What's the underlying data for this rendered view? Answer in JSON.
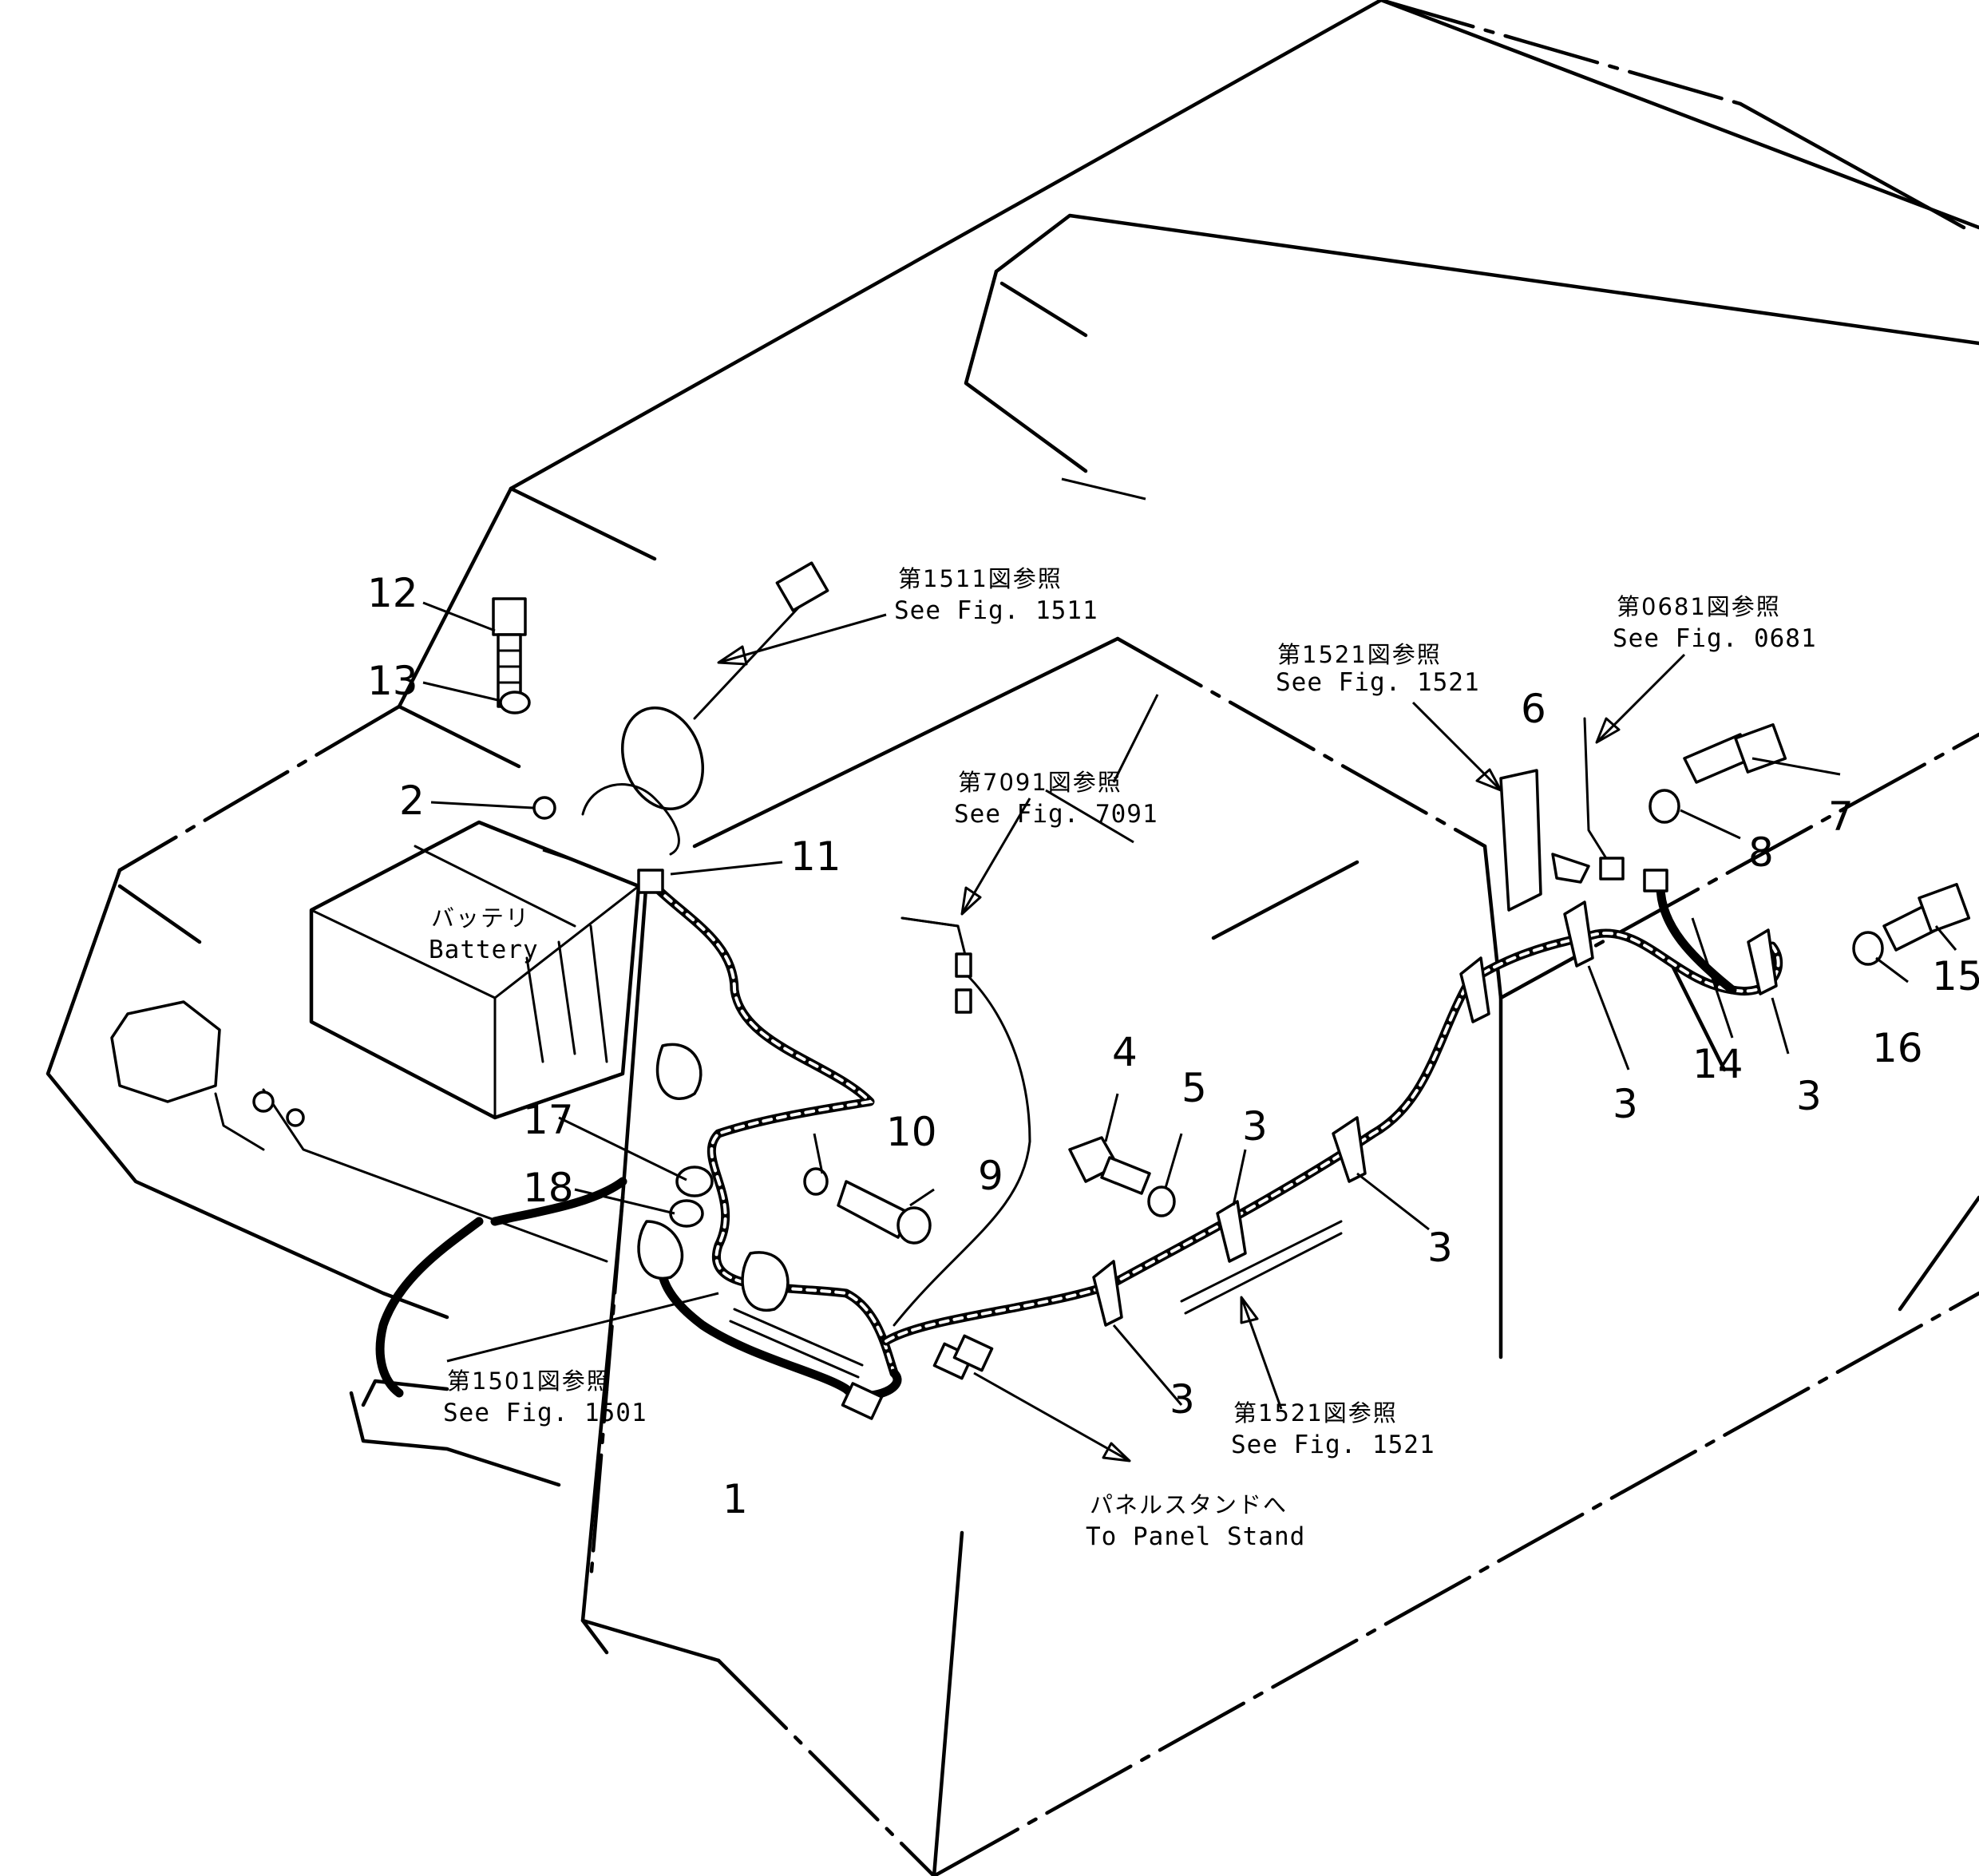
{
  "callouts": {
    "c1": "1",
    "c2": "2",
    "c3": "3",
    "c4": "4",
    "c5": "5",
    "c6": "6",
    "c7": "7",
    "c8": "8",
    "c9": "9",
    "c10": "10",
    "c11": "11",
    "c12": "12",
    "c13": "13",
    "c14": "14",
    "c15": "15",
    "c16": "16",
    "c17": "17",
    "c18": "18"
  },
  "references": {
    "fig1511": {
      "jp": "第1511図参照",
      "en": "See Fig. 1511"
    },
    "fig7091": {
      "jp": "第7091図参照",
      "en": "See Fig. 7091"
    },
    "fig1521_upper": {
      "jp": "第1521図参照",
      "en": "See Fig. 1521"
    },
    "fig0681": {
      "jp": "第0681図参照",
      "en": "See Fig. 0681"
    },
    "fig1501": {
      "jp": "第1501図参照",
      "en": "See Fig. 1501"
    },
    "fig1521_lower": {
      "jp": "第1521図参照",
      "en": "See Fig. 1521"
    }
  },
  "labels": {
    "battery_jp": "バッテリ",
    "battery_en": "Battery",
    "panel_jp": "パネルスタンドへ",
    "panel_en": "To Panel Stand"
  }
}
